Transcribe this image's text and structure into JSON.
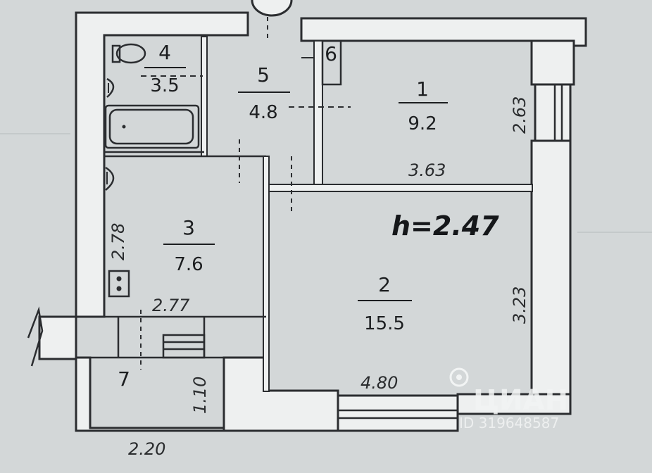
{
  "rooms": [
    {
      "number": "1",
      "area": "9.2"
    },
    {
      "number": "2",
      "area": "15.5"
    },
    {
      "number": "3",
      "area": "7.6"
    },
    {
      "number": "4",
      "area": "3.5"
    },
    {
      "number": "5",
      "area": "4.8"
    },
    {
      "number": "6"
    },
    {
      "number": "7"
    }
  ],
  "dimensions": {
    "room1_height": "2.63",
    "room1_width": "3.63",
    "room2_height": "3.23",
    "room2_width": "4.80",
    "room3_height": "2.78",
    "room3_width": "2.77",
    "room7_height": "1.10",
    "room7_width": "2.20"
  },
  "ceiling_height": "h=2.47",
  "watermark": {
    "brand": "ЦИАН",
    "id": "ID 319648587"
  },
  "colors": {
    "paper": "#d3d7d8",
    "wall_fill": "#eef0f0",
    "line": "#2b2d30"
  }
}
